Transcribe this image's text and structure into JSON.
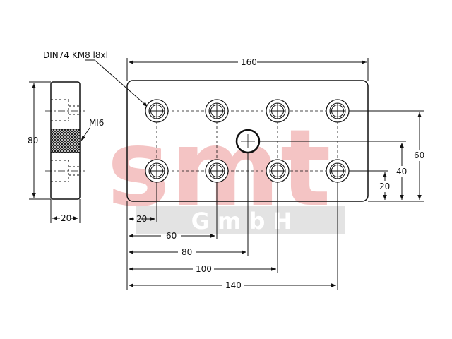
{
  "watermark": {
    "brand": "smt",
    "company": "G m b H",
    "brand_color": "#f4c4c4",
    "band_color": "#e3e3e3"
  },
  "callouts": {
    "counterbore": "DIN74 KM8 l8xl",
    "thread": "Ml6"
  },
  "dimensions": {
    "side_height": "80",
    "side_width": "20",
    "top_width": "160",
    "right_60": "60",
    "right_40": "40",
    "right_20": "20",
    "bottom_20": "20",
    "bottom_60": "60",
    "bottom_80": "80",
    "bottom_100": "100",
    "bottom_140": "140"
  },
  "colors": {
    "line": "#111111",
    "plate_fill": "#ffffff"
  }
}
